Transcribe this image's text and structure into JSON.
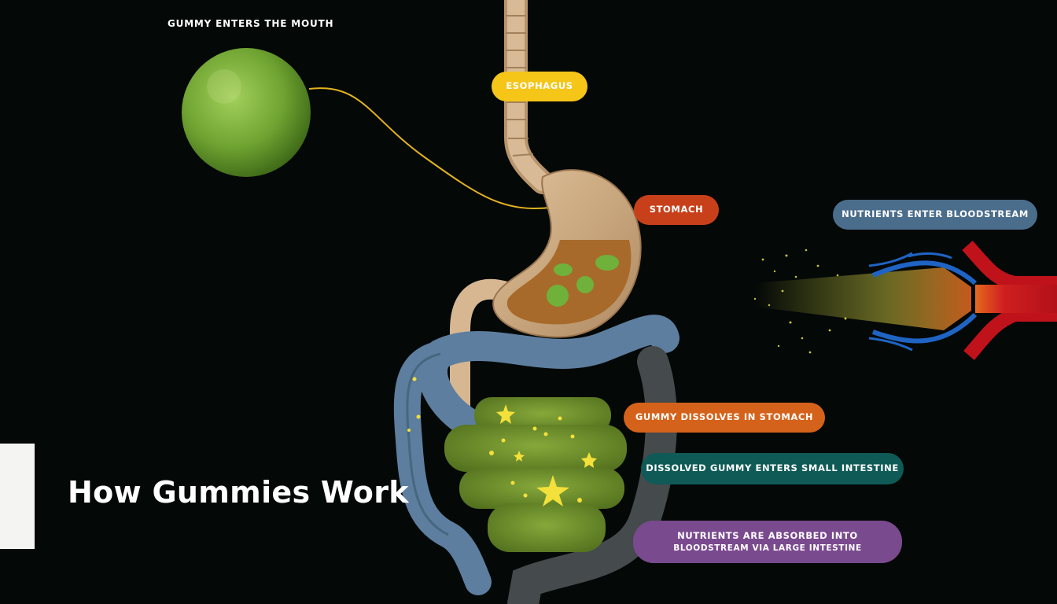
{
  "title": "How Gummies Work",
  "labels": {
    "mouth": "GUMMY ENTERS THE MOUTH",
    "esophagus": "ESOPHAGUS",
    "stomach": "STOMACH",
    "bloodstream": "NUTRIENTS ENTER BLOODSTREAM",
    "dissolves": "GUMMY DISSOLVES IN STOMACH",
    "small_intestine": "DISSOLVED GUMMY ENTERS SMALL INTESTINE",
    "absorbed_line1": "NUTRIENTS ARE ABSORBED INTO",
    "absorbed_line2": "BLOODSTREAM VIA LARGE INTESTINE"
  },
  "colors": {
    "background": "#040807",
    "esophagus": "#f5c518",
    "stomach": "#c8401a",
    "bloodstream": "#4b6d8c",
    "dissolves": "#d4621a",
    "small_intestine": "#0f5a56",
    "absorbed": "#7a4a8e",
    "gummy": "#7aae3a",
    "organ": "#c8a27a",
    "colon": "#5d7e9e",
    "artery": "#c0121a",
    "vein": "#1f64c4"
  }
}
